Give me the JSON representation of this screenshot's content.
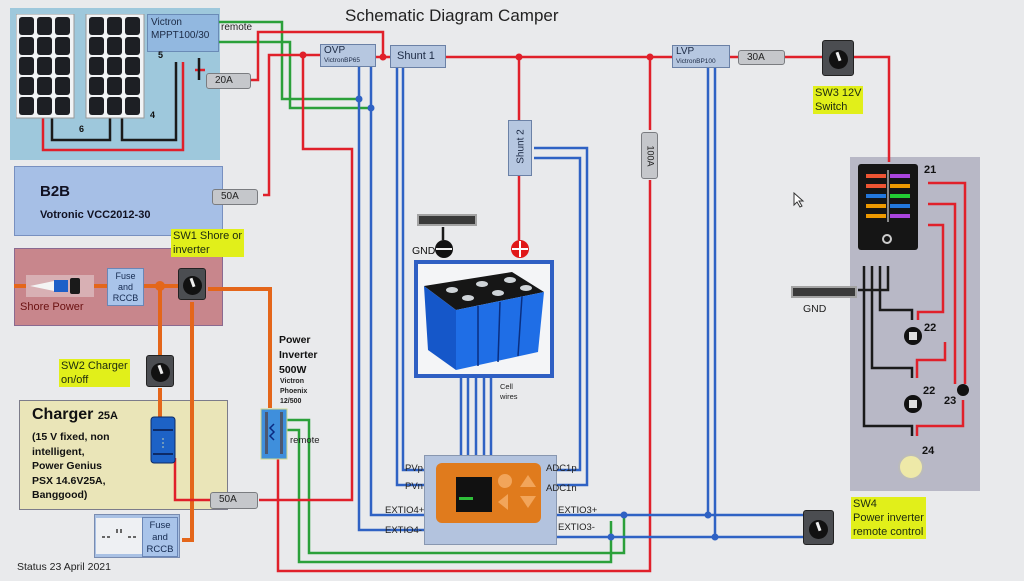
{
  "title": "Schematic Diagram Camper",
  "status": "Status 23 April 2021",
  "colors": {
    "positive_wire": "#e0202a",
    "signal_wire": "#2f62c4",
    "remote_wire": "#2ba03a",
    "ac_wire": "#e4661a",
    "ground_wire": "#111111",
    "highlight": "#e1ef1a"
  },
  "solar": {
    "mppt_line1": "Victron",
    "mppt_line2": "MPPT100/30",
    "remote_label": "remote",
    "labels": [
      "5",
      "6",
      "4"
    ]
  },
  "fuses": {
    "solar": "20A",
    "b2b": "50A",
    "charger": "50A",
    "lvp_out": "30A",
    "main": "100A"
  },
  "b2b": {
    "title": "B2B",
    "model": "Votronic VCC2012-30"
  },
  "shore": {
    "label": "Shore Power",
    "fuse_box": [
      "Fuse",
      "and",
      "RCCB"
    ]
  },
  "switches": {
    "sw1": [
      "SW1 Shore or",
      "inverter"
    ],
    "sw2": [
      "SW2 Charger",
      "on/off"
    ],
    "sw3": [
      "SW3 12V",
      "Switch"
    ],
    "sw4": [
      "SW4",
      "Power inverter",
      "remote control"
    ]
  },
  "charger": {
    "title": "Charger",
    "rating": "25A",
    "details": [
      "(15 V fixed, non",
      "intelligent,",
      "Power Genius",
      "PSX 14.6V25A,",
      "Banggood)"
    ]
  },
  "inverter": {
    "title": [
      "Power",
      "Inverter",
      "500W"
    ],
    "model": [
      "Victron",
      "Phoenix",
      "12/500"
    ],
    "remote_label": "remote"
  },
  "outlet_fuse_box": [
    "Fuse",
    "and",
    "RCCB"
  ],
  "ovp": {
    "name": "OVP",
    "model": "VictronBP65"
  },
  "lvp": {
    "name": "LVP",
    "model": "VictronBP100"
  },
  "shunt1": "Shunt 1",
  "shunt2": "Shunt 2",
  "battery": {
    "gnd_label": "GND",
    "cell_wires_label": [
      "Cell",
      "wires"
    ]
  },
  "monitor": {
    "left_pins": [
      "PVp",
      "PVn",
      "EXTIO4+",
      "EXTIO4-"
    ],
    "right_pins": [
      "ADC1p",
      "ADC1n",
      "EXTIO3+",
      "EXTIO3-"
    ]
  },
  "distribution": {
    "fuse_block_label": "21",
    "gnd_label": "GND",
    "socket_labels": [
      "22",
      "22"
    ],
    "usb_label": "23",
    "light_label": "24"
  }
}
